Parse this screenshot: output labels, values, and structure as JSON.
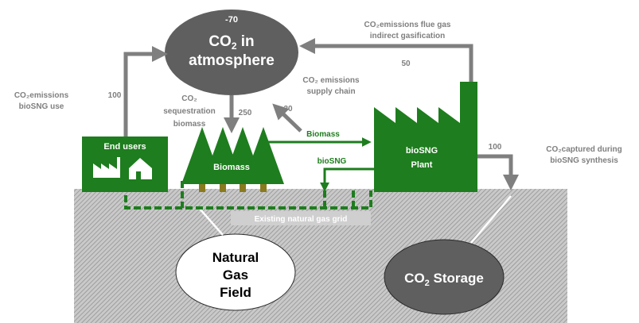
{
  "atmosphere": {
    "value": "-70",
    "title_line1_prefix": "CO",
    "title_line1_sub": "2",
    "title_line1_suffix": " in",
    "title_line2": "atmosphere"
  },
  "end_users": {
    "label": "End users"
  },
  "biomass_block": {
    "label": "Biomass"
  },
  "plant": {
    "line1": "bioSNG",
    "line2": "Plant"
  },
  "grid": {
    "label": "Existing natural gas grid"
  },
  "natural_gas_field": {
    "line1": "Natural",
    "line2": "Gas",
    "line3": "Field"
  },
  "co2_storage": {
    "prefix": "CO",
    "sub": "2",
    "suffix": " Storage"
  },
  "labels": {
    "use_line1": "CO₂emissions",
    "use_line2": "bioSNG use",
    "use_value": "100",
    "seq_line1": "CO₂",
    "seq_line2": "sequestration",
    "seq_line3": "biomass",
    "seq_value": "250",
    "supply_line1": "CO₂ emissions",
    "supply_line2": "supply chain",
    "supply_value": "30",
    "flue_line1": "CO₂emissions flue gas",
    "flue_line2": "indirect gasification",
    "flue_value": "50",
    "captured_line1": "CO₂captured during",
    "captured_line2": "bioSNG synthesis",
    "captured_value": "100",
    "biomass_flow": "Biomass",
    "biosng_flow": "bioSNG"
  },
  "colors": {
    "green": "#1e7d1e",
    "arrow_gray": "#7f7f7f",
    "ellipse_gray": "#5f5f5f",
    "ground_hatch": "#9a9a9a",
    "trunk": "#8a7a1e"
  }
}
